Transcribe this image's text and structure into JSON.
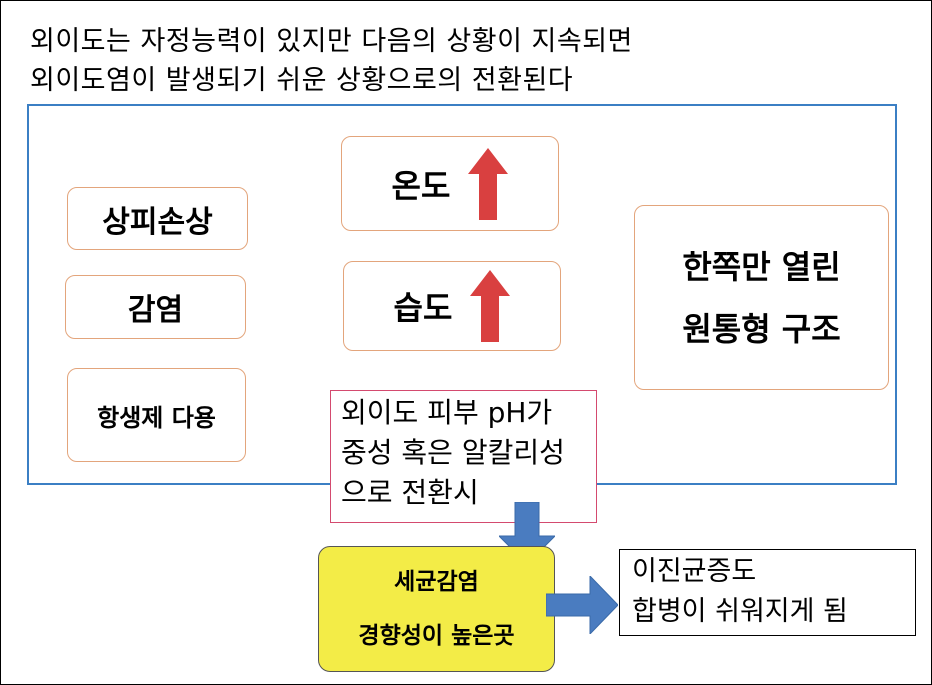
{
  "title": "외이도는 자정능력이 있지만 다음의 상황이 지속되면\n외이도염이 발생되기 쉬운 상황으로의 전환된다",
  "left_factors": [
    "상피손상",
    "감염",
    "항생제 다용"
  ],
  "middle_factors": [
    {
      "label": "온도",
      "arrow": "up-arrow"
    },
    {
      "label": "습도",
      "arrow": "up-arrow"
    }
  ],
  "right_factor": "한쪽만 열린\n원통형 구조",
  "ph_box": "외이도 피부 pH가\n중성 혹은 알칼리성\n으로 전환시",
  "bacterial_box": "세균감염\n경향성이 높은곳",
  "candida_box": "이진균증도\n합병이 쉬워지게 됨",
  "colors": {
    "panel_border": "#3b7fc4",
    "box_border": "#e3a57c",
    "up_arrow": "#d94040",
    "flow_arrow": "#4a7cc0",
    "highlight": "#f3ec47",
    "ph_border": "#d44a6f"
  }
}
